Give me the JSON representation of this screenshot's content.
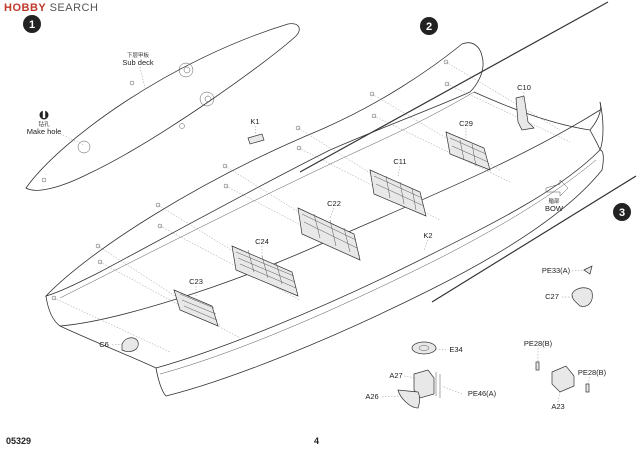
{
  "watermark": {
    "brand": "HOBBY",
    "rest": "SEARCH"
  },
  "steps": [
    "1",
    "2",
    "3"
  ],
  "step1": {
    "sub_deck_cn": "下层甲板",
    "sub_deck_en": "Sub deck",
    "make_hole_cn": "钻孔",
    "make_hole_en": "Make hole"
  },
  "step2": {
    "parts": [
      "K1",
      "C10",
      "C29",
      "C11",
      "C22",
      "C24",
      "C23",
      "K2",
      "C6"
    ],
    "bow_cn": "艏部",
    "bow_en": "BOW"
  },
  "step3": {
    "parts": [
      "E34",
      "A27",
      "A26",
      "PE46(A)",
      "PE33(A)",
      "C27",
      "PE28(B)",
      "PE28(B)",
      "A23"
    ]
  },
  "footer": {
    "code": "05329",
    "page": "4"
  }
}
